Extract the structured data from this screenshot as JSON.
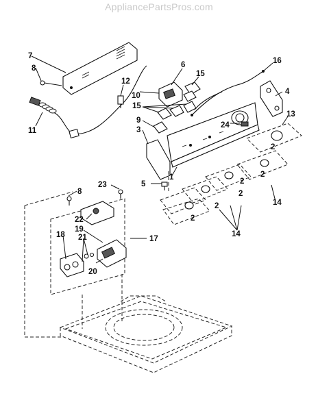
{
  "watermark": "AppliancePartsPros.com",
  "callouts": [
    {
      "id": "c7",
      "text": "7"
    },
    {
      "id": "c8a",
      "text": "8"
    },
    {
      "id": "c11",
      "text": "11"
    },
    {
      "id": "c12",
      "text": "12"
    },
    {
      "id": "c6",
      "text": "6"
    },
    {
      "id": "c10",
      "text": "10"
    },
    {
      "id": "c15a",
      "text": "15"
    },
    {
      "id": "c16",
      "text": "16"
    },
    {
      "id": "c4",
      "text": "4"
    },
    {
      "id": "c15b",
      "text": "15"
    },
    {
      "id": "c9",
      "text": "9"
    },
    {
      "id": "c3",
      "text": "3"
    },
    {
      "id": "c13",
      "text": "13"
    },
    {
      "id": "c24",
      "text": "24"
    },
    {
      "id": "c2a",
      "text": "2"
    },
    {
      "id": "c2b",
      "text": "2"
    },
    {
      "id": "c2c",
      "text": "2"
    },
    {
      "id": "c2d",
      "text": "2"
    },
    {
      "id": "c2e",
      "text": "2"
    },
    {
      "id": "c2f",
      "text": "2"
    },
    {
      "id": "c5",
      "text": "5"
    },
    {
      "id": "c1",
      "text": "1"
    },
    {
      "id": "c14a",
      "text": "14"
    },
    {
      "id": "c14b",
      "text": "14"
    },
    {
      "id": "c8b",
      "text": "8"
    },
    {
      "id": "c23",
      "text": "23"
    },
    {
      "id": "c22",
      "text": "22"
    },
    {
      "id": "c19",
      "text": "19"
    },
    {
      "id": "c18",
      "text": "18"
    },
    {
      "id": "c21",
      "text": "21"
    },
    {
      "id": "c17",
      "text": "17"
    },
    {
      "id": "c20",
      "text": "20"
    }
  ]
}
